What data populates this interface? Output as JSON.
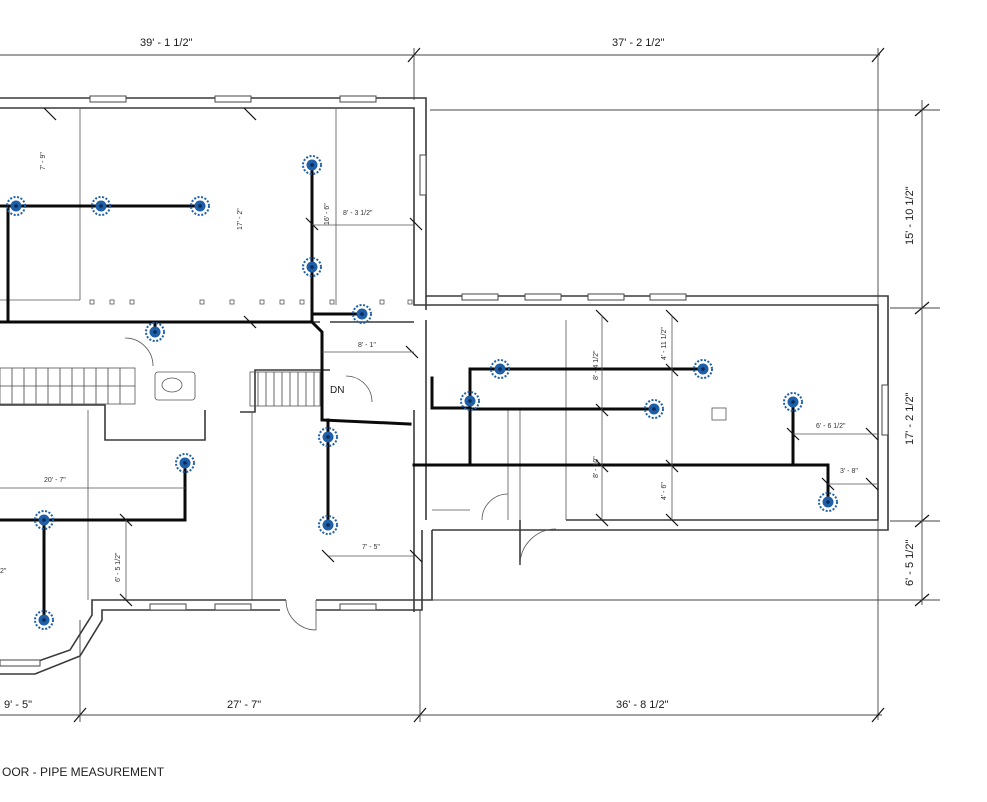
{
  "plan_title": "OOR - PIPE MEASUREMENT",
  "stair_label": "DN",
  "dimensions": {
    "top_left": "39' - 1 1/2\"",
    "top_right": "37' - 2 1/2\"",
    "bottom_a": "9' - 5\"",
    "bottom_b": "27' - 7\"",
    "bottom_c": "36' - 8 1/2\"",
    "right_upper": "15' - 10 1/2\"",
    "right_middle": "17' - 2 1/2\"",
    "right_lower": "6' - 5 1/2\""
  },
  "pipe_labels": {
    "l1": "7' - 9\"",
    "l2": "17' - 2\"",
    "l3": "16' - 6\"",
    "l4": "8' - 3 1/2\"",
    "l5": "8' - 1\"",
    "l6": "20' - 7\"",
    "l7": "6' - 5 1/2\"",
    "l8": "7' - 5\"",
    "l9": "2\"",
    "l10": "8' - 4 1/2\"",
    "l11": "4' - 11 1/2\"",
    "l12": "8' - 10\"",
    "l13": "4' - 6\"",
    "l14": "6' - 6 1/2\"",
    "l15": "3' - 8\""
  },
  "colors": {
    "sprinkler_head": "#1f5fa8",
    "pipe": "#0a0a0a",
    "wall": "#3a3a3a"
  }
}
